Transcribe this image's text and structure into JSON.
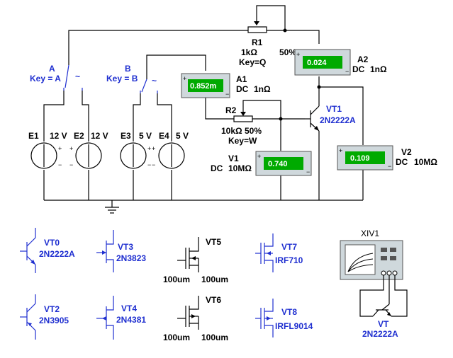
{
  "components": {
    "R1": {
      "name": "R1",
      "value": "1kΩ",
      "percent": "50%",
      "key": "Key=Q"
    },
    "R2": {
      "name": "R2",
      "value_percent": "10kΩ 50%",
      "key": "Key=W"
    },
    "switchA": {
      "name": "A",
      "key": "Key = A"
    },
    "switchB": {
      "name": "B",
      "key": "Key = B"
    },
    "E1": {
      "name": "E1",
      "value": "12 V"
    },
    "E2": {
      "name": "E2",
      "value": "12 V"
    },
    "E3": {
      "name": "E3",
      "value": "5 V"
    },
    "E4": {
      "name": "E4",
      "value": "5 V"
    },
    "VT1": {
      "name": "VT1",
      "model": "2N2222A"
    }
  },
  "meters": {
    "A1": {
      "name": "A1",
      "value": "0.852m",
      "mode": "DC",
      "resistance": "1nΩ"
    },
    "A2": {
      "name": "A2",
      "value": "0.024",
      "mode": "DC",
      "resistance": "1nΩ"
    },
    "V1": {
      "name": "V1",
      "value": "0.740",
      "mode": "DC",
      "resistance": "10MΩ"
    },
    "V2": {
      "name": "V2",
      "value": "0.109",
      "mode": "DC",
      "resistance": "10MΩ"
    }
  },
  "library": {
    "VT0": {
      "name": "VT0",
      "model": "2N2222A"
    },
    "VT2": {
      "name": "VT2",
      "model": "2N3905"
    },
    "VT3": {
      "name": "VT3",
      "model": "2N3823"
    },
    "VT4": {
      "name": "VT4",
      "model": "2N4381"
    },
    "VT5": {
      "name": "VT5",
      "w": "100um",
      "l": "100um"
    },
    "VT6": {
      "name": "VT6",
      "w": "100um",
      "l": "100um"
    },
    "VT7": {
      "name": "VT7",
      "model": "IRF710"
    },
    "VT8": {
      "name": "VT8",
      "model": "IRFL9014"
    },
    "XIV1": {
      "name": "XIV1"
    },
    "VT": {
      "name": "VT",
      "model": "2N2222A"
    }
  },
  "symbols": {
    "plus": "+",
    "minus": "−",
    "key_mark": "~"
  },
  "colors": {
    "wire": "#000000",
    "label_blue": "#1f2fd0",
    "meter_display": "#00aa00",
    "meter_body": "#cfd8dc"
  }
}
